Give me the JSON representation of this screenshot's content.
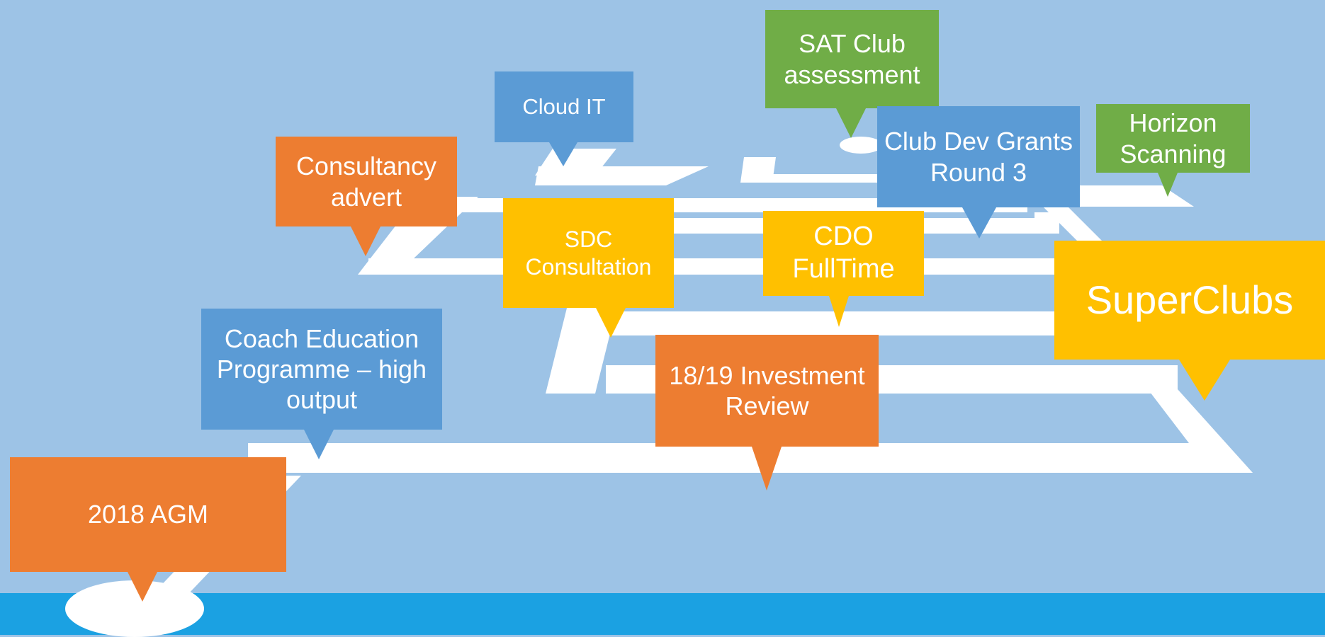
{
  "callouts": {
    "agm": {
      "label": "2018 AGM",
      "color": "#ed7d31"
    },
    "coach_education": {
      "label": "Coach Education Programme – high output",
      "color": "#5b9bd5"
    },
    "consultancy_advert": {
      "label": "Consultancy advert",
      "color": "#ed7d31"
    },
    "cloud_it": {
      "label": "Cloud IT",
      "color": "#5b9bd5"
    },
    "sdc_consultation": {
      "label": "SDC Consultation",
      "color": "#ffc000"
    },
    "investment_review": {
      "label": "18/19 Investment Review",
      "color": "#ed7d31"
    },
    "cdo_fulltime": {
      "label": "CDO FullTime",
      "color": "#ffc000"
    },
    "sat_club": {
      "label": "SAT Club assessment",
      "color": "#70ad47"
    },
    "club_dev_grants": {
      "label": "Club Dev Grants Round 3",
      "color": "#5b9bd5"
    },
    "horizon_scanning": {
      "label": "Horizon Scanning",
      "color": "#70ad47"
    },
    "superclubs": {
      "label": "SuperClubs",
      "color": "#ffc000"
    }
  },
  "colors": {
    "background": "#9dc3e6",
    "road": "#ffffff",
    "band": "#1ba1e2"
  }
}
